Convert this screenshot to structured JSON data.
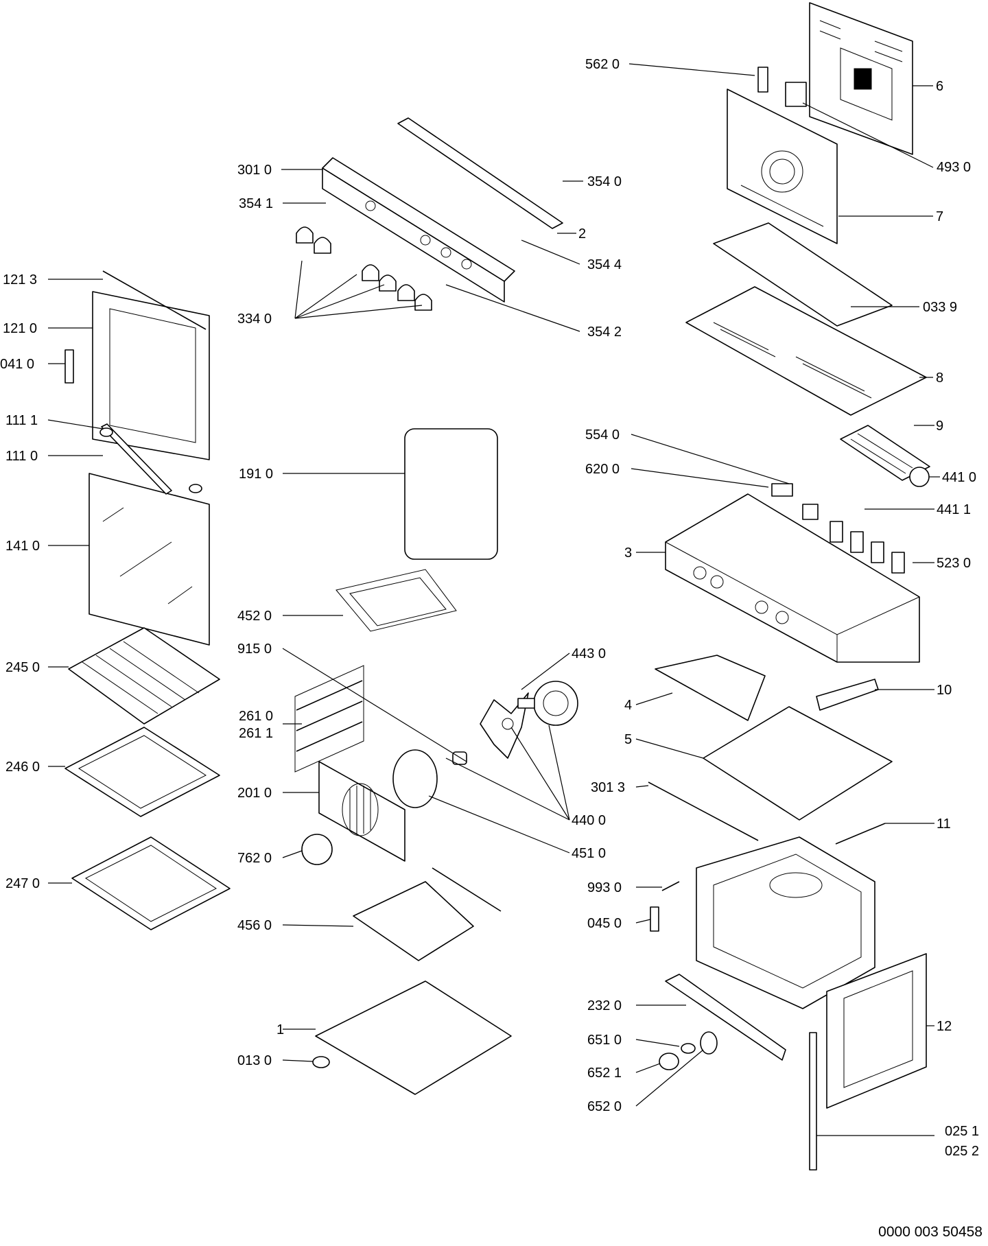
{
  "drawing_number": "0000 003 50458",
  "part_labels": [
    "562 0",
    "6",
    "493 0",
    "7",
    "301 0",
    "354 0",
    "354 1",
    "2",
    "354 4",
    "121 3",
    "334 0",
    "354 2",
    "033 9",
    "121 0",
    "8",
    "041 0",
    "9",
    "111 1",
    "554 0",
    "111 0",
    "191 0",
    "620 0",
    "441 0",
    "441 1",
    "141 0",
    "3",
    "523 0",
    "452 0",
    "915 0",
    "443 0",
    "245 0",
    "10",
    "4",
    "261 0",
    "261 1",
    "5",
    "246 0",
    "201 0",
    "301 3",
    "440 0",
    "11",
    "762 0",
    "451 0",
    "247 0",
    "993 0",
    "045 0",
    "456 0",
    "12",
    "232 0",
    "1",
    "651 0",
    "013 0",
    "652 1",
    "652 0",
    "025 1",
    "025 2"
  ]
}
